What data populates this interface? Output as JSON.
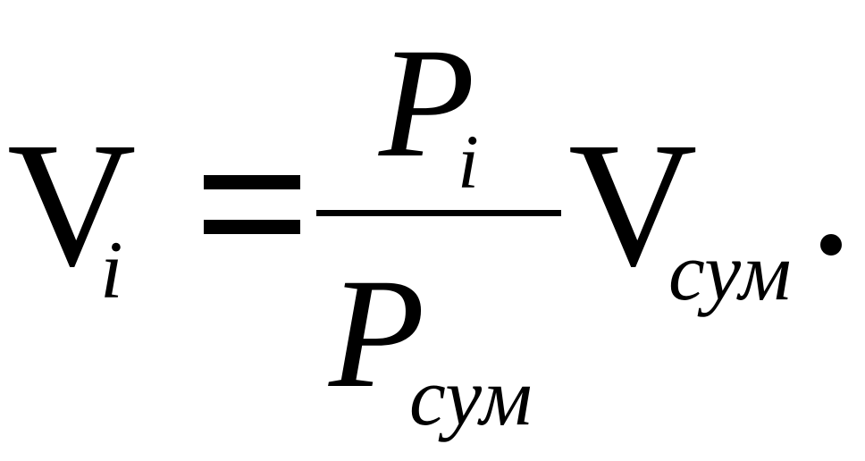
{
  "formula": {
    "lhs": {
      "symbol": "V",
      "subscript": "i"
    },
    "equals": "=",
    "fraction": {
      "numerator": {
        "symbol": "P",
        "subscript": "i"
      },
      "denominator": {
        "symbol": "P",
        "subscript": "сум"
      }
    },
    "rhs": {
      "symbol": "V",
      "subscript": "сум"
    },
    "terminator": "."
  }
}
